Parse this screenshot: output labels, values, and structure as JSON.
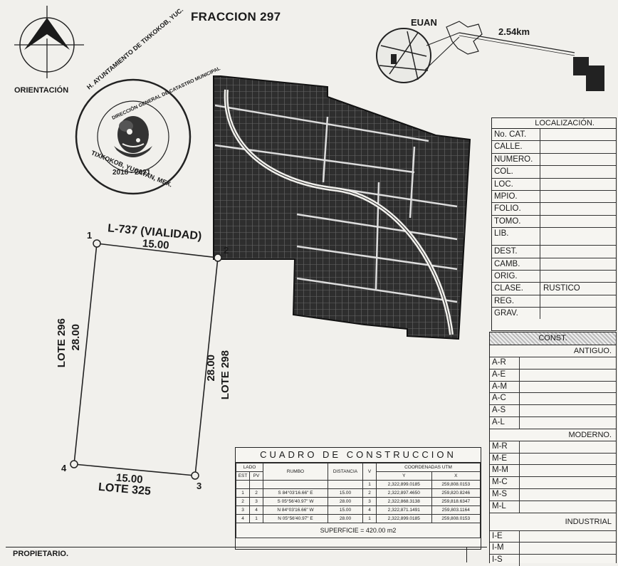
{
  "title": "FRACCION 297",
  "orientation_label": "ORIENTACIÓN",
  "location_map": {
    "town": "EUAN",
    "distance": "2.54km"
  },
  "seal": {
    "top_text": "H. AYUNTAMIENTO DE TIXKOKOB, YUC.",
    "inner_text": "DIRECCIÓN GENERAL DE CATASTRO MUNICIPAL",
    "years": "2018 - 2021",
    "bottom_text": "TIXKOKOB, YUCATAN, MEX."
  },
  "lot": {
    "road_label": "L-737 (VIALIDAD)",
    "top_side": "15.00",
    "bottom_side": "15.00",
    "left_side": "28.00",
    "right_side": "28.00",
    "left_neighbor": "LOTE 296",
    "right_neighbor": "LOTE 298",
    "bottom_neighbor": "LOTE 325",
    "vertices": [
      "1",
      "2",
      "3",
      "4"
    ]
  },
  "localizacion": {
    "header": "LOCALIZACIÓN.",
    "fields": [
      {
        "label": "No. CAT.",
        "value": ""
      },
      {
        "label": "CALLE.",
        "value": ""
      },
      {
        "label": "NUMERO.",
        "value": ""
      },
      {
        "label": "COL.",
        "value": ""
      },
      {
        "label": "LOC.",
        "value": ""
      },
      {
        "label": "MPIO.",
        "value": ""
      },
      {
        "label": "FOLIO.",
        "value": ""
      },
      {
        "label": "TOMO.",
        "value": ""
      },
      {
        "label": "LIB.",
        "value": ""
      }
    ],
    "fields2": [
      {
        "label": "DEST.",
        "value": ""
      },
      {
        "label": "CAMB.",
        "value": ""
      },
      {
        "label": "ORIG.",
        "value": ""
      },
      {
        "label": "CLASE.",
        "value": "RUSTICO"
      },
      {
        "label": "REG.",
        "value": ""
      },
      {
        "label": "GRAV.",
        "value": ""
      }
    ]
  },
  "construccion": {
    "header": "CONST.",
    "antiguo_label": "ANTIGUO.",
    "antiguo": [
      "A-R",
      "A-E",
      "A-M",
      "A-C",
      "A-S",
      "A-L"
    ],
    "moderno_label": "MODERNO.",
    "moderno": [
      "M-R",
      "M-E",
      "M-M",
      "M-C",
      "M-S",
      "M-L"
    ],
    "industrial_label": "INDUSTRIAL",
    "industrial": [
      "I-E",
      "I-M",
      "I-S"
    ]
  },
  "cuadro": {
    "title": "CUADRO DE CONSTRUCCION",
    "col_lado": "LADO",
    "col_est": "EST",
    "col_pv": "PV",
    "col_rumbo": "RUMBO",
    "col_distancia": "DISTANCIA",
    "col_v": "V",
    "col_coord": "COORDENADAS UTM",
    "col_y": "Y",
    "col_x": "X",
    "first_row": {
      "v": "1",
      "y": "2,322,899.0185",
      "x": "259,808.0153"
    },
    "rows": [
      {
        "est": "1",
        "pv": "2",
        "rumbo": "S 84°03'16.66\" E",
        "dist": "15.00",
        "v": "2",
        "y": "2,322,897.4650",
        "x": "259,820.8246"
      },
      {
        "est": "2",
        "pv": "3",
        "rumbo": "S 05°56'40.97\" W",
        "dist": "28.00",
        "v": "3",
        "y": "2,322,868.3138",
        "x": "259,818.6347"
      },
      {
        "est": "3",
        "pv": "4",
        "rumbo": "N 84°03'16.66\" W",
        "dist": "15.00",
        "v": "4",
        "y": "2,322,871.1491",
        "x": "259,803.1164"
      },
      {
        "est": "4",
        "pv": "1",
        "rumbo": "N 05°56'40.97\" E",
        "dist": "28.00",
        "v": "1",
        "y": "2,322,899.0185",
        "x": "259,808.0153"
      }
    ],
    "superficie": "SUPERFICIE = 420.00 m2"
  },
  "propietario_label": "PROPIETARIO."
}
